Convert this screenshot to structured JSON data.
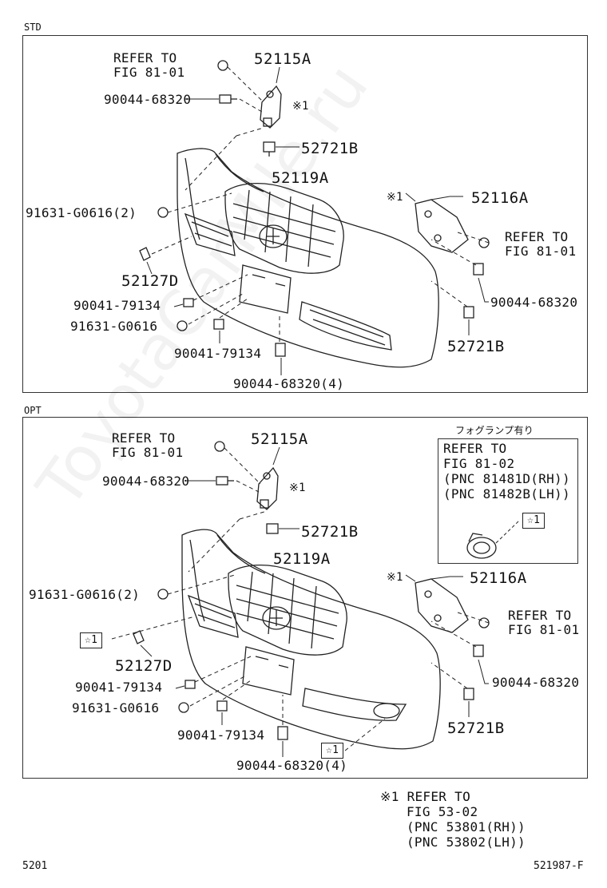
{
  "sections": {
    "std": "STD",
    "opt": "OPT"
  },
  "std": {
    "refer_top_1": "REFER TO",
    "refer_top_2": "FIG 81-01",
    "p52115A": "52115A",
    "p90044_top": "90044-68320",
    "mark_top": "※1",
    "p52721B_top": "52721B",
    "p52119A": "52119A",
    "mark_right": "※1",
    "p52116A": "52116A",
    "p91631_2": "91631-G0616(2)",
    "refer_right_1": "REFER TO",
    "refer_right_2": "FIG 81-01",
    "p52127D": "52127D",
    "p90044_right": "90044-68320",
    "p90041_a": "90041-79134",
    "p91631": "91631-G0616",
    "p52721B_bottom": "52721B",
    "p90041_b": "90041-79134",
    "p90044_4": "90044-68320(4)"
  },
  "opt": {
    "refer_top_1": "REFER TO",
    "refer_top_2": "FIG 81-01",
    "p52115A": "52115A",
    "p90044_top": "90044-68320",
    "mark_top": "※1",
    "p52721B_top": "52721B",
    "p52119A": "52119A",
    "mark_right": "※1",
    "p52116A": "52116A",
    "p91631_2": "91631-G0616(2)",
    "refer_right_1": "REFER TO",
    "refer_right_2": "FIG 81-01",
    "star_left": "☆1",
    "p52127D": "52127D",
    "p90044_right": "90044-68320",
    "p90041_a": "90041-79134",
    "p91631": "91631-G0616",
    "p52721B_bottom": "52721B",
    "p90041_b": "90041-79134",
    "star_bottom": "☆1",
    "p90044_4": "90044-68320(4)"
  },
  "fog": {
    "heading": "フォグランプ有り",
    "line1": "REFER TO",
    "line2": "FIG 81-02",
    "line3": "(PNC 81481D(RH))",
    "line4": "(PNC 81482B(LH))",
    "star": "☆1"
  },
  "footnote": {
    "line1": "※1 REFER TO",
    "line2": "FIG 53-02",
    "line3": "(PNC 53801(RH))",
    "line4": "(PNC 53802(LH))"
  },
  "footer": {
    "page": "5201",
    "code": "521987-F"
  },
  "watermark": "ToyotaCarMile.ru"
}
